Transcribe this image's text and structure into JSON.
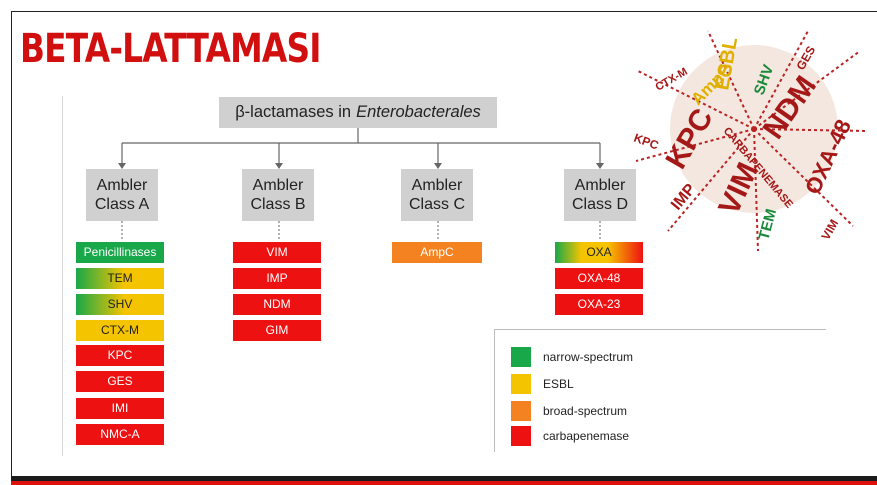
{
  "title": "BETA-LATTAMASI",
  "root_label_prefix": "β-lactamases in",
  "root_label_italic": "Enterobacterales",
  "classes": [
    {
      "line1": "Ambler",
      "line2": "Class A"
    },
    {
      "line1": "Ambler",
      "line2": "Class B"
    },
    {
      "line1": "Ambler",
      "line2": "Class C"
    },
    {
      "line1": "Ambler",
      "line2": "Class D"
    }
  ],
  "class_a": [
    "Penicillinases",
    "TEM",
    "SHV",
    "CTX-M",
    "KPC",
    "GES",
    "IMI",
    "NMC-A"
  ],
  "class_b": [
    "VIM",
    "IMP",
    "NDM",
    "GIM"
  ],
  "class_c": [
    "AmpC"
  ],
  "class_d": [
    "OXA",
    "OXA-48",
    "OXA-23"
  ],
  "legend": [
    {
      "label": "narrow-spectrum",
      "color": "#18a84a"
    },
    {
      "label": "ESBL",
      "color": "#f5c400"
    },
    {
      "label": "broad-spectrum",
      "color": "#f58220"
    },
    {
      "label": "carbapenemase",
      "color": "#ee1111"
    }
  ],
  "colors": {
    "accent": "#d10f0f",
    "green": "#18a84a",
    "yellow": "#f5c400",
    "orange": "#f58220",
    "red": "#ee1111",
    "box_gray": "#d0d0d0"
  },
  "word_cloud": [
    "KPC",
    "VIM",
    "NDM",
    "OXA-48",
    "IMP",
    "ESBL",
    "AmpC",
    "TEM",
    "SHV",
    "CARBAPENEMASE",
    "CTX-M",
    "GES",
    "VIM",
    "KPC"
  ]
}
